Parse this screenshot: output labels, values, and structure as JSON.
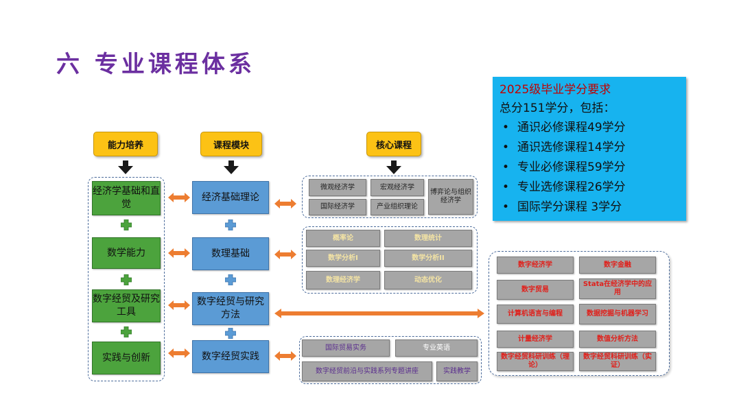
{
  "title": "六  专业课程体系",
  "credits": {
    "heading": "2025级毕业学分要求",
    "total": "总分151学分，包括：",
    "items": [
      "通识必修课程49学分",
      "通识选修课程14学分",
      "专业必修课程59学分",
      "专业选修课程26学分",
      "国际学分课程   3学分"
    ]
  },
  "headers": {
    "ability": "能力培养",
    "module": "课程模块",
    "core": "核心课程"
  },
  "abilities": [
    "经济学基础和直觉",
    "数学能力",
    "数字经贸及研究工具",
    "实践与创新"
  ],
  "modules": [
    "经济基础理论",
    "数理基础",
    "数字经贸与研究方法",
    "数字经贸实践"
  ],
  "core": {
    "econ": [
      "微观经济学",
      "宏观经济学",
      "博弈论与组织经济学",
      "国际经济学",
      "产业组织理论"
    ],
    "math": [
      "概率论",
      "数理统计",
      "数学分析I",
      "数学分析II",
      "数理经济学",
      "动态优化"
    ],
    "methods": [
      "数字经济学",
      "数字金融",
      "数字贸易",
      "Stata在经济学中的应用",
      "计算机语言与编程",
      "数据挖掘与机器学习",
      "计量经济学",
      "数值分析方法",
      "数字经贸科研训练（理论）",
      "数字经贸科研训练（实证）"
    ],
    "practice": [
      "国际贸易实务",
      "专业英语",
      "数字经贸前沿与实践系列专题讲座",
      "实践教学"
    ]
  },
  "colors": {
    "title": "#6b2fa0",
    "credit_box": "#17b3ef",
    "credit_heading": "#c00000",
    "header": "#fcc215",
    "ability": "#4ca33d",
    "module": "#5b9bd5",
    "course": "#a6a6a6",
    "arrow": "#ed7d31"
  },
  "icons": [
    "down-arrow-icon",
    "plus-connector-icon",
    "double-arrow-icon"
  ]
}
